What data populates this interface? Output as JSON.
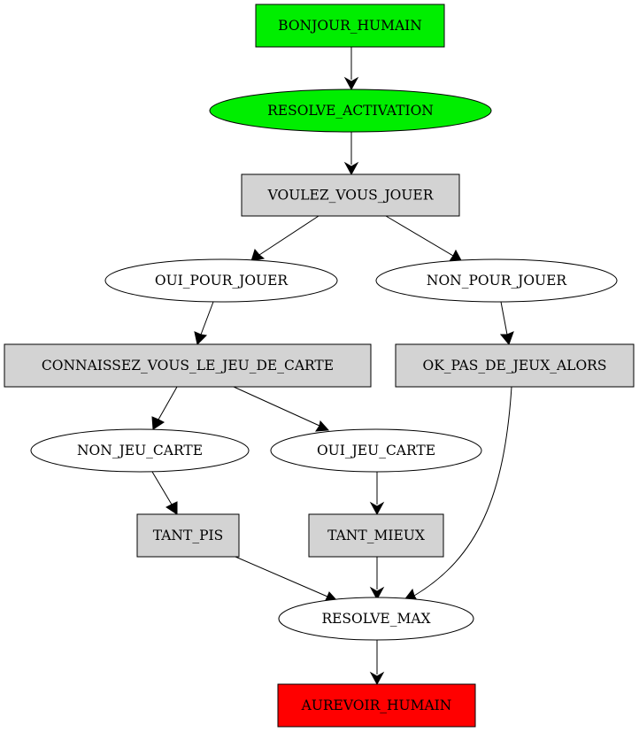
{
  "nodes": {
    "bonjour_humain": {
      "label": "BONJOUR_HUMAIN",
      "fill": "#00ee00"
    },
    "resolve_activation": {
      "label": "RESOLVE_ACTIVATION",
      "fill": "#00ee00"
    },
    "voulez_vous_jouer": {
      "label": "VOULEZ_VOUS_JOUER",
      "fill": "#d3d3d3"
    },
    "oui_pour_jouer": {
      "label": "OUI_POUR_JOUER",
      "fill": "#ffffff"
    },
    "non_pour_jouer": {
      "label": "NON_POUR_JOUER",
      "fill": "#ffffff"
    },
    "connaissez_vous": {
      "label": "CONNAISSEZ_VOUS_LE_JEU_DE_CARTE",
      "fill": "#d3d3d3"
    },
    "ok_pas_de_jeux": {
      "label": "OK_PAS_DE_JEUX_ALORS",
      "fill": "#d3d3d3"
    },
    "non_jeu_carte": {
      "label": "NON_JEU_CARTE",
      "fill": "#ffffff"
    },
    "oui_jeu_carte": {
      "label": "OUI_JEU_CARTE",
      "fill": "#ffffff"
    },
    "tant_pis": {
      "label": "TANT_PIS",
      "fill": "#d3d3d3"
    },
    "tant_mieux": {
      "label": "TANT_MIEUX",
      "fill": "#d3d3d3"
    },
    "resolve_max": {
      "label": "RESOLVE_MAX",
      "fill": "#ffffff"
    },
    "aurevoir_humain": {
      "label": "AUREVOIR_HUMAIN",
      "fill": "#ff0000"
    }
  },
  "edges": [
    {
      "from": "BONJOUR_HUMAIN",
      "to": "RESOLVE_ACTIVATION"
    },
    {
      "from": "RESOLVE_ACTIVATION",
      "to": "VOULEZ_VOUS_JOUER"
    },
    {
      "from": "VOULEZ_VOUS_JOUER",
      "to": "OUI_POUR_JOUER"
    },
    {
      "from": "VOULEZ_VOUS_JOUER",
      "to": "NON_POUR_JOUER"
    },
    {
      "from": "OUI_POUR_JOUER",
      "to": "CONNAISSEZ_VOUS_LE_JEU_DE_CARTE"
    },
    {
      "from": "NON_POUR_JOUER",
      "to": "OK_PAS_DE_JEUX_ALORS"
    },
    {
      "from": "CONNAISSEZ_VOUS_LE_JEU_DE_CARTE",
      "to": "NON_JEU_CARTE"
    },
    {
      "from": "CONNAISSEZ_VOUS_LE_JEU_DE_CARTE",
      "to": "OUI_JEU_CARTE"
    },
    {
      "from": "NON_JEU_CARTE",
      "to": "TANT_PIS"
    },
    {
      "from": "OUI_JEU_CARTE",
      "to": "TANT_MIEUX"
    },
    {
      "from": "TANT_PIS",
      "to": "RESOLVE_MAX"
    },
    {
      "from": "TANT_MIEUX",
      "to": "RESOLVE_MAX"
    },
    {
      "from": "OK_PAS_DE_JEUX_ALORS",
      "to": "RESOLVE_MAX"
    },
    {
      "from": "RESOLVE_MAX",
      "to": "AUREVOIR_HUMAIN"
    }
  ]
}
